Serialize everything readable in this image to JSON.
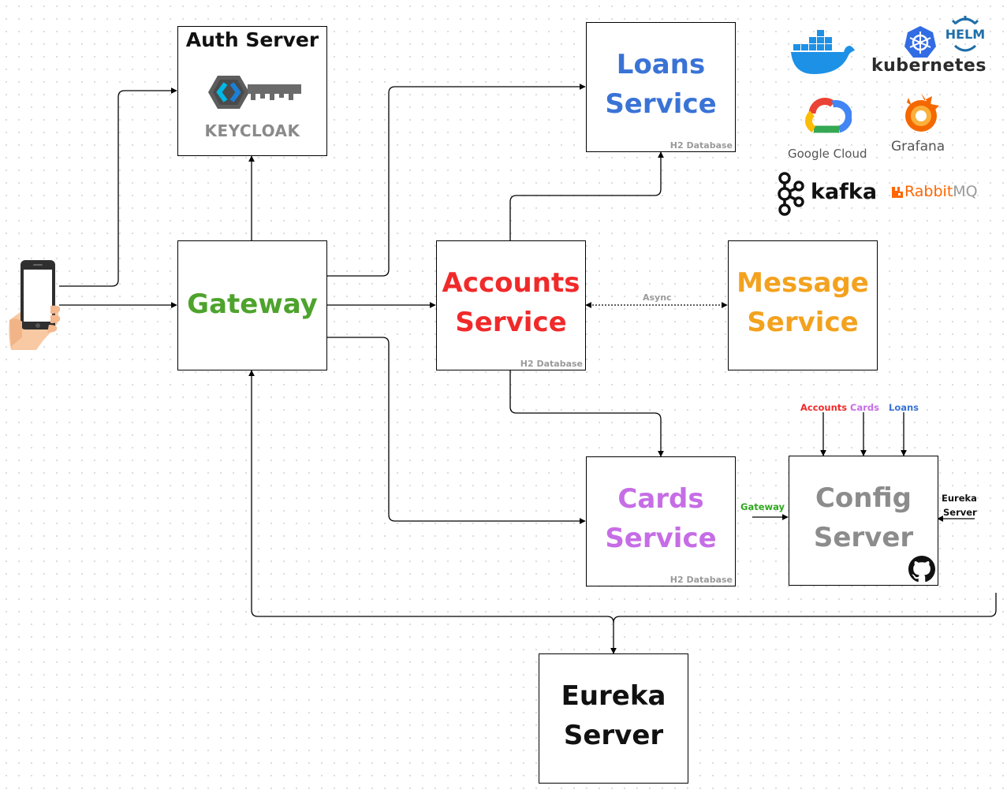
{
  "services": {
    "auth": {
      "title": "Auth Server",
      "logo_text": "KEYCLOAK"
    },
    "gateway": {
      "title": "Gateway",
      "color": "#4ea32c"
    },
    "loans": {
      "line1": "Loans",
      "line2": "Service",
      "color": "#3a73d6",
      "db": "H2 Database"
    },
    "accounts": {
      "line1": "Accounts",
      "line2": "Service",
      "color": "#f02a2a",
      "db": "H2 Database"
    },
    "message": {
      "line1": "Message",
      "line2": "Service",
      "color": "#f3a21f"
    },
    "cards": {
      "line1": "Cards",
      "line2": "Service",
      "color": "#c66de6",
      "db": "H2 Database"
    },
    "config": {
      "line1": "Config",
      "line2": "Server",
      "color": "#8c8c8c"
    },
    "eureka": {
      "line1": "Eureka",
      "line2": "Server",
      "color": "#111111"
    }
  },
  "labels": {
    "async": "Async",
    "config_in_accounts": "Accounts",
    "config_in_cards": "Cards",
    "config_in_loans": "Loans",
    "config_in_gateway": "Gateway",
    "config_in_eureka_1": "Eureka",
    "config_in_eureka_2": "Server"
  },
  "tech_logos": {
    "kubernetes": "kubernetes",
    "helm": "HELM",
    "google_cloud": "Google Cloud",
    "grafana": "Grafana",
    "kafka": "kafka",
    "rabbitmq_a": "Rabbit",
    "rabbitmq_b": "MQ"
  },
  "icons": [
    "smartphone-hand-icon",
    "keycloak-icon",
    "docker-icon",
    "kubernetes-icon",
    "helm-icon",
    "google-cloud-icon",
    "grafana-icon",
    "kafka-icon",
    "rabbitmq-icon",
    "github-icon"
  ]
}
